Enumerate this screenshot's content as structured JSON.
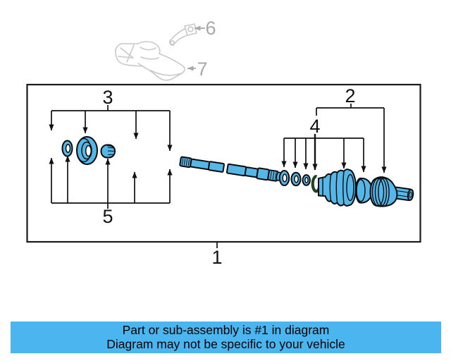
{
  "banner": {
    "background": "#4bb5ef",
    "text_color": "#000000",
    "line1": "Part or sub-assembly is #1 in diagram",
    "line2": "Diagram may not be specific to your vehicle"
  },
  "diagram": {
    "highlight_color": "#55b7e8",
    "outline_color": "#0a0a0a",
    "faded_part_color": "#c9c9c9",
    "faded_label_color": "#a9a9a9",
    "snap_ring_color": "#1d4520",
    "callouts": {
      "c1": "1",
      "c2": "2",
      "c3": "3",
      "c4": "4",
      "c5": "5",
      "c6": "6",
      "c7": "7"
    }
  }
}
